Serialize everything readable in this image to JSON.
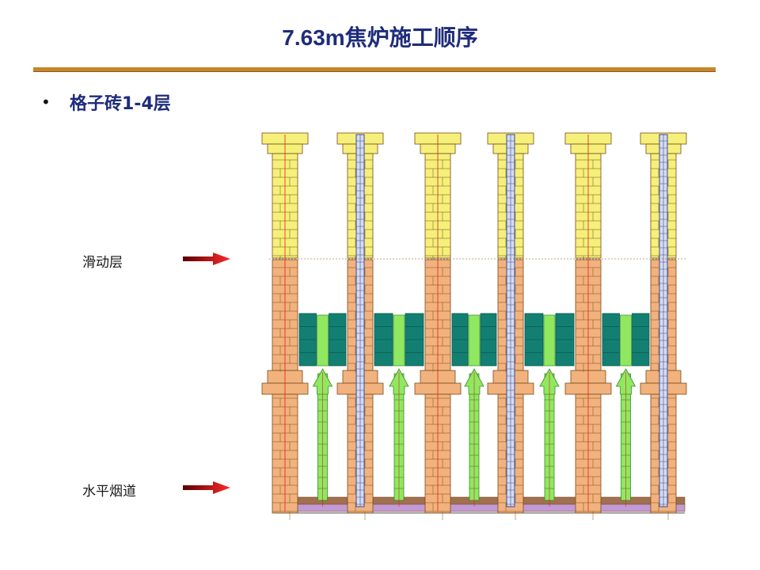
{
  "slide": {
    "title": "7.63m焦炉施工顺序",
    "bullet": "格子砖1-4层"
  },
  "labels": {
    "sliding_layer": "滑动层",
    "horizontal_flue": "水平烟道"
  },
  "colors": {
    "title": "#1f2c7a",
    "rule": "#c8862a",
    "upper_brick": "#f5f07a",
    "lower_brick": "#f2b27d",
    "checker_brick": "#127f72",
    "duct": "#90e860",
    "flue_floor": "#c39ad6",
    "flue_wall": "#a07050",
    "arrow": "#d61a1a"
  },
  "diagram": {
    "wall_count": 6,
    "walls_with_channel": [
      2,
      4,
      6
    ],
    "checker_layers": 4
  }
}
